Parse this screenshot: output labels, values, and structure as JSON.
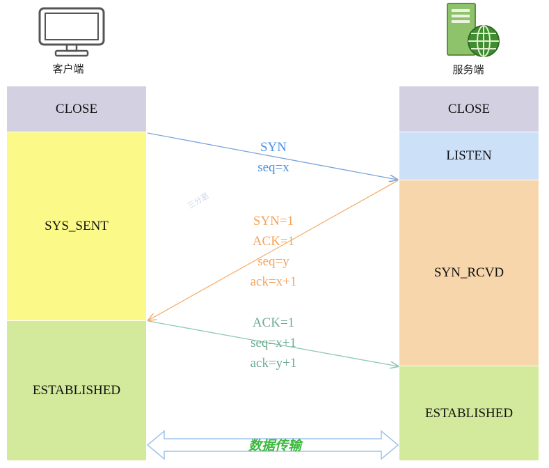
{
  "client": {
    "label": "客户端",
    "icon": "monitor-icon",
    "states": [
      {
        "label": "CLOSE",
        "color": "#d3d0e2"
      },
      {
        "label": "SYS_SENT",
        "color": "#fbf987"
      },
      {
        "label": "ESTABLISHED",
        "color": "#d3e99b"
      }
    ]
  },
  "server": {
    "label": "服务端",
    "icon": "server-globe-icon",
    "states": [
      {
        "label": "CLOSE",
        "color": "#d3d0e2"
      },
      {
        "label": "LISTEN",
        "color": "#cce0f8"
      },
      {
        "label": "SYN_RCVD",
        "color": "#f8d6ab"
      },
      {
        "label": "ESTABLISHED",
        "color": "#d3e99b"
      }
    ]
  },
  "messages": [
    {
      "lines": [
        "SYN",
        "seq=x"
      ],
      "color": "#4a90e2",
      "direction": "client-to-server"
    },
    {
      "lines": [
        "SYN=1",
        "ACK=1",
        "seq=y",
        "ack=x+1"
      ],
      "color": "#f5a35a",
      "direction": "server-to-client"
    },
    {
      "lines": [
        "ACK=1",
        "seq=x+1",
        "ack=y+1"
      ],
      "color": "#6aab92",
      "direction": "client-to-server"
    }
  ],
  "transfer": {
    "label": "数据传输",
    "color": "#3cb93c",
    "icon": "double-arrow-icon"
  },
  "watermark": "三分恶"
}
